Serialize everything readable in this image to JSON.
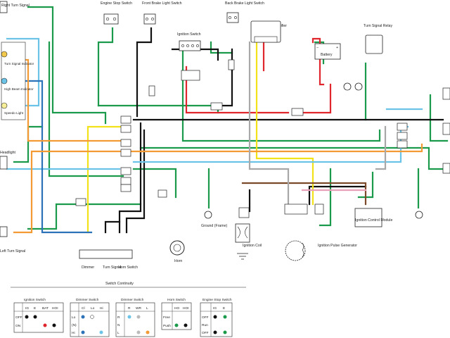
{
  "components": {
    "right_turn_signal": "Right Turn Signal",
    "turn_signal_indicator": "Turn Signal Indicator",
    "high_beam_indicator": "High Beam Indicator",
    "speedo_light": "Speedo Light",
    "headlight": "Headlight",
    "left_turn_signal": "Left Turn Signal",
    "engine_stop_switch": "Engine Stop Switch",
    "front_brake_light_switch": "Front Brake Light Switch",
    "ignition_switch": "Ignition Switch",
    "back_brake_light_switch": "Back Brake Light Switch",
    "regulator_rectifier": "Regulator/Rectifier",
    "battery": "Battery",
    "turn_signal_relay": "Turn Signal Relay",
    "ground_frame": "Ground (Frame)",
    "ignition_coil": "Ignition Coil",
    "ignition_pulse_generator": "Ignition Pulse Generator",
    "ignition_control_module": "Ignition Control Module",
    "dimmer": "Dimmer",
    "turn_signal": "Turn Signal",
    "horn_switch": "Horn Switch",
    "horn": "Horn"
  },
  "switch_continuity": {
    "title": "Switch Continuity",
    "tables": [
      {
        "name": "Ignition Switch",
        "columns": [
          "IG",
          "E",
          "BAT",
          "HOI"
        ],
        "rows": [
          "OFF",
          "ON"
        ]
      },
      {
        "name": "Dimmer Switch",
        "columns": [
          "Cl",
          "Lo",
          "Hi"
        ],
        "rows": [
          "Lo",
          "(N)",
          "Hi"
        ]
      },
      {
        "name": "Dimmer Switch",
        "columns": [
          "R",
          "WR",
          "L"
        ],
        "rows": [
          "R",
          "N",
          "L"
        ]
      },
      {
        "name": "Horn Switch",
        "columns": [
          "HO",
          "HOI"
        ],
        "rows": [
          "Free",
          "Push"
        ]
      },
      {
        "name": "Engine Stop Switch",
        "columns": [
          "IG",
          "E"
        ],
        "rows": [
          "OFF",
          "Run",
          "OFF"
        ]
      }
    ]
  },
  "colors": {
    "green": "#1a9a4a",
    "black": "#111111",
    "red": "#e0262d",
    "yellow": "#f2e21a",
    "light_blue": "#6bc4e8",
    "blue": "#2b72b8",
    "orange": "#f39a35",
    "brown": "#7a4a2a",
    "gray": "#9a9a9a",
    "pink": "#e8a0b8",
    "white_wire": "#bbbbbb"
  }
}
